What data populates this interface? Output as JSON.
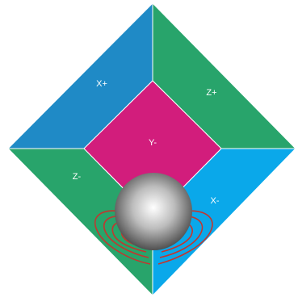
{
  "faces": {
    "x_plus": {
      "label": "X+",
      "color": "#1f8ac6"
    },
    "z_plus": {
      "label": "Z+",
      "color": "#28a46b"
    },
    "z_minus": {
      "label": "Z-",
      "color": "#28a46b"
    },
    "x_minus": {
      "label": "X-",
      "color": "#0aa8ea"
    },
    "y_minus": {
      "label": "Y-",
      "color": "#d21d7c"
    }
  },
  "outline_color": "#ffffff",
  "sphere": {
    "highlight": "#ffffff",
    "shadow": "#3c3c3c"
  },
  "contour_color": "#c2362f"
}
